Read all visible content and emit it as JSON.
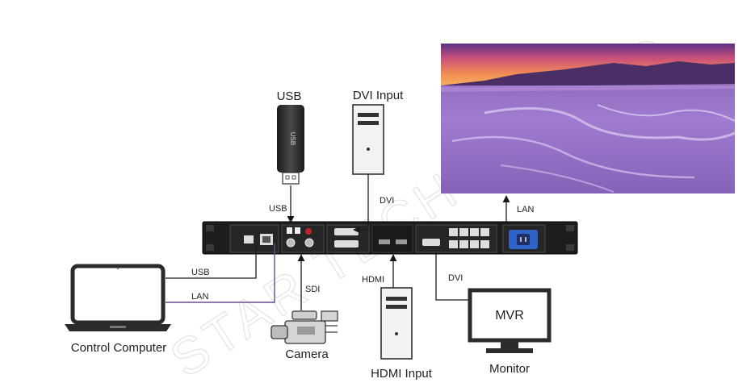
{
  "devices": {
    "usb_drive": {
      "title": "USB",
      "body_text": "USB"
    },
    "dvi_source": {
      "title": "DVI Input"
    },
    "hdmi_source": {
      "title": "HDMI Input"
    },
    "control_computer": {
      "title": "Control Computer"
    },
    "camera": {
      "title": "Camera"
    },
    "monitor": {
      "title": "Monitor",
      "screen_text": "MVR"
    }
  },
  "connections": {
    "usb_top": "USB",
    "dvi_in": "DVI",
    "lan_out": "LAN",
    "pc_usb": "USB",
    "pc_lan": "LAN",
    "sdi": "SDI",
    "hdmi_in": "HDMI",
    "dvi_out": "DVI"
  },
  "watermark": "STAR TECH CO. LTD",
  "colors": {
    "line": "#1a1a1a",
    "lan_line": "#6b4b8c",
    "device_dark": "#2b2b2b",
    "tower_gray": "#e9e9e9",
    "led_screen_sky": "#d9607a",
    "led_screen_ground": "#9b74c9",
    "power_socket": "#2f63c8"
  },
  "icons": [
    "usb-drive-icon",
    "pc-tower-icon",
    "laptop-icon",
    "camera-icon",
    "monitor-icon",
    "led-screen-icon",
    "video-processor-icon"
  ]
}
